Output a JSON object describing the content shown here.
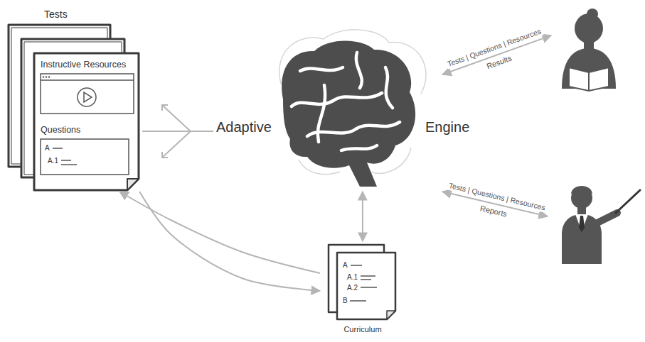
{
  "diagram": {
    "nodes": [
      {
        "text": [
          "Tests"
        ]
      },
      {
        "text": [
          "Instructive Resources"
        ],
        "in": 0
      },
      {
        "text": [
          "Questions",
          "A",
          "A.1"
        ],
        "in": 0
      },
      {
        "text": [
          "Adaptive",
          "Engine"
        ]
      },
      {
        "text": []
      },
      {
        "text": []
      },
      {
        "text": [
          "A",
          "A.1",
          "A.2",
          "B",
          "Curriculum"
        ]
      }
    ],
    "edges": [
      {
        "from": 3,
        "to": 0,
        "arrow": "none"
      },
      {
        "from": 3,
        "to": 4,
        "label": "Tests | Questions | Resources",
        "arrow": "both"
      },
      {
        "from": 3,
        "to": 5,
        "label": "Tests | Questions | Resources",
        "arrow": "both"
      },
      {
        "from": 3,
        "to": 6,
        "arrow": "both"
      },
      {
        "from": 6,
        "to": 0,
        "arrow": "to"
      },
      {
        "from": 0,
        "to": 6,
        "arrow": "to"
      }
    ],
    "labels": [
      "Results",
      "Reports"
    ]
  }
}
